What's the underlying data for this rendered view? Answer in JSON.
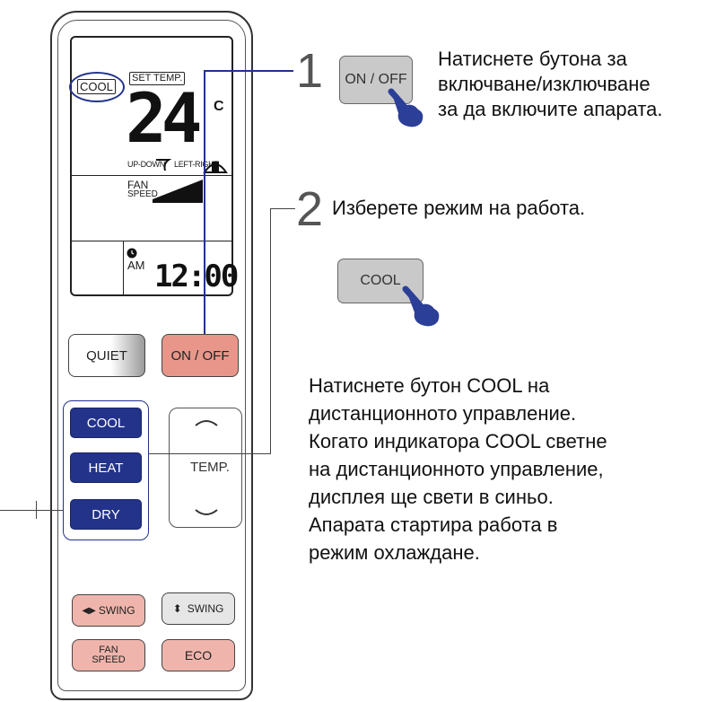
{
  "lcd": {
    "mode_indicator": "COOL",
    "set_temp_label": "SET TEMP.",
    "temperature": "24",
    "temp_unit": "C",
    "up_down_label": "UP-DOWN",
    "left_right_label": "LEFT-RIGHT",
    "fan_label": "FAN",
    "speed_label": "SPEED",
    "am_label": "AM",
    "time": "12:00"
  },
  "remote": {
    "quiet_button": "QUIET",
    "onoff_button": "ON / OFF",
    "cool_button": "COOL",
    "heat_button": "HEAT",
    "dry_button": "DRY",
    "temp_label": "TEMP.",
    "swing_lr_button": "SWING",
    "swing_ud_button": "SWING",
    "fan_speed_button_line1": "FAN",
    "fan_speed_button_line2": "SPEED",
    "eco_button": "ECO"
  },
  "step1": {
    "number": "1",
    "button_label": "ON / OFF",
    "line1": "Натиснете бутона за",
    "line2": "включване/изключване",
    "line3": "за да включите апарата."
  },
  "step2": {
    "number": "2",
    "text": "Изберете режим на работа.",
    "button_label": "COOL"
  },
  "instructions": {
    "line1": "Натиснете бутон COOL на",
    "line2": "дистанционното управление.",
    "line3": "Когато индикатора COOL светне",
    "line4": "на дистанционното управление,",
    "line5": "дисплея ще свети в синьо.",
    "line6": "Апарата стартира работа в",
    "line7": "режим охлаждане."
  },
  "colors": {
    "accent_blue": "#23338a",
    "onoff_pink": "#e8968a",
    "hand_blue": "#2c3f98"
  }
}
